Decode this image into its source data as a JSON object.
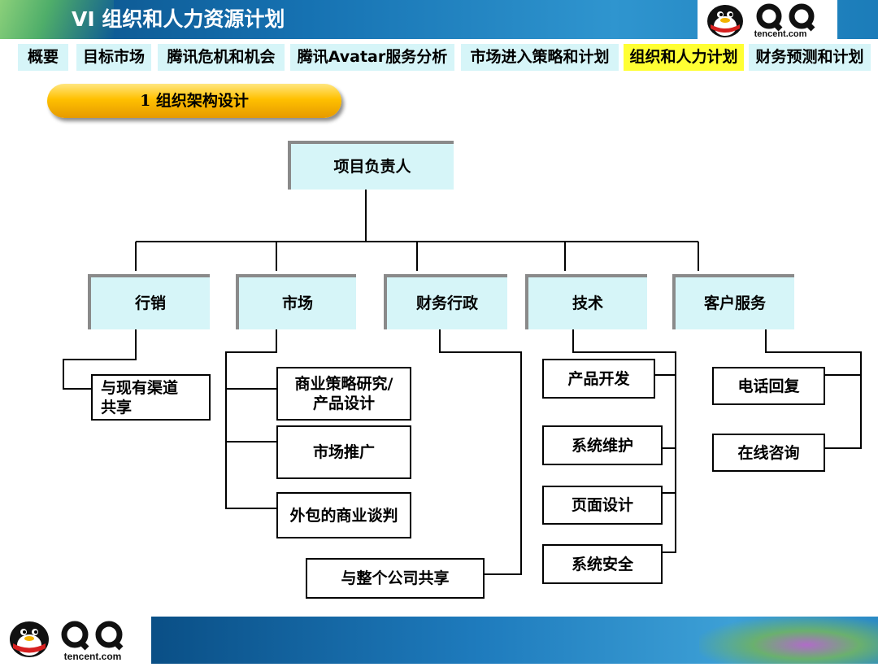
{
  "header": {
    "title": "VI 组织和人力资源计划",
    "logo_text": "tencent.com"
  },
  "nav": {
    "tabs": [
      {
        "label": "概要",
        "active": false
      },
      {
        "label": "目标市场",
        "active": false
      },
      {
        "label": "腾讯危机和机会",
        "active": false
      },
      {
        "label": "腾讯Avatar服务分析",
        "active": false
      },
      {
        "label": "市场进入策略和计划",
        "active": false
      },
      {
        "label": "组织和人力计划",
        "active": true
      },
      {
        "label": "财务预测和计划",
        "active": false
      }
    ]
  },
  "section": {
    "label": "1 组织架构设计"
  },
  "org": {
    "root": "项目负责人",
    "departments": [
      "行销",
      "市场",
      "财务行政",
      "技术",
      "客户服务"
    ],
    "marketing_children": [
      "与现有渠道\n共享"
    ],
    "market_children": [
      "商业策略研究/\n产品设计",
      "市场推广",
      "外包的商业谈判"
    ],
    "finance_children": [
      "与整个公司共享"
    ],
    "tech_children": [
      "产品开发",
      "系统维护",
      "页面设计",
      "系统安全"
    ],
    "service_children": [
      "电话回复",
      "在线咨询"
    ]
  },
  "footer": {
    "logo_text": "tencent.com"
  },
  "colors": {
    "accent": "#d6f5f8",
    "active_tab": "#ffff33",
    "pill": "#ffc000",
    "banner": "#1672b2"
  }
}
